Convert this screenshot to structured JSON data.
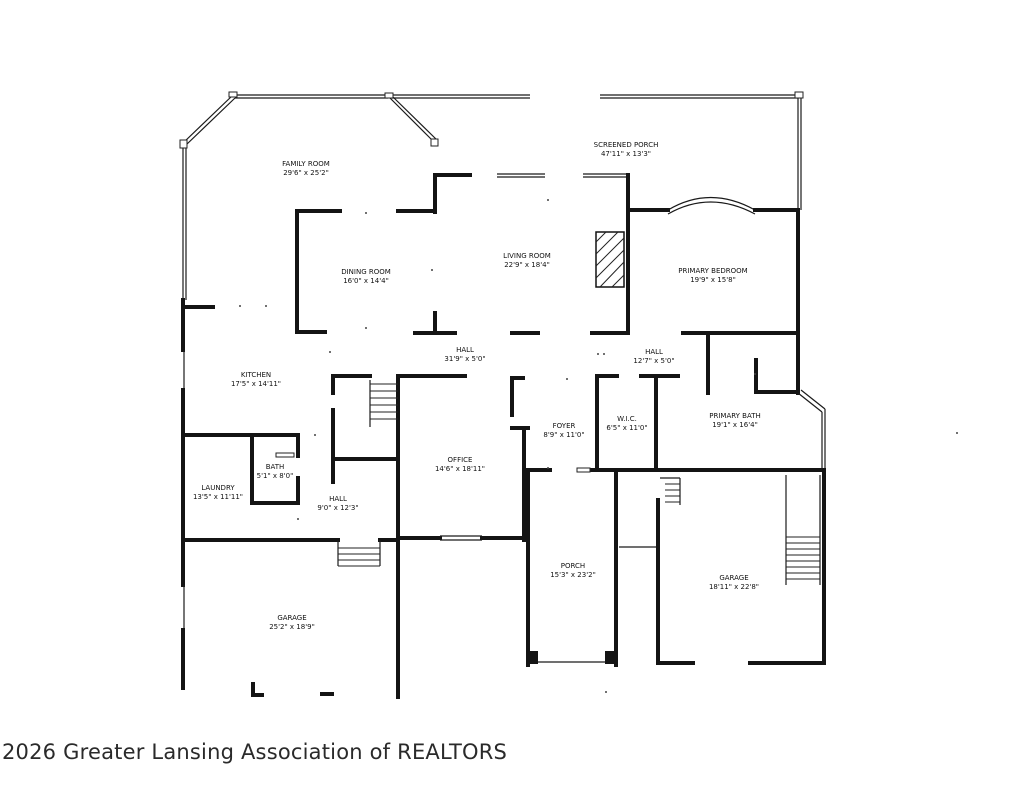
{
  "rooms": [
    {
      "key": "family_room",
      "name": "FAMILY ROOM",
      "dims": "29'6\" x 25'2\""
    },
    {
      "key": "screened_porch",
      "name": "SCREENED PORCH",
      "dims": "47'11\" x 13'3\""
    },
    {
      "key": "dining_room",
      "name": "DINING ROOM",
      "dims": "16'0\" x 14'4\""
    },
    {
      "key": "living_room",
      "name": "LIVING ROOM",
      "dims": "22'9\" x 18'4\""
    },
    {
      "key": "primary_bedroom",
      "name": "PRIMARY BEDROOM",
      "dims": "19'9\" x 15'8\""
    },
    {
      "key": "hall_main",
      "name": "HALL",
      "dims": "31'9\" x 5'0\""
    },
    {
      "key": "hall_east",
      "name": "HALL",
      "dims": "12'7\" x 5'0\""
    },
    {
      "key": "kitchen",
      "name": "KITCHEN",
      "dims": "17'5\" x 14'11\""
    },
    {
      "key": "foyer",
      "name": "FOYER",
      "dims": "8'9\" x 11'0\""
    },
    {
      "key": "wic",
      "name": "W.I.C.",
      "dims": "6'5\" x 11'0\""
    },
    {
      "key": "primary_bath",
      "name": "PRIMARY BATH",
      "dims": "19'1\" x 16'4\""
    },
    {
      "key": "office",
      "name": "OFFICE",
      "dims": "14'6\" x 18'11\""
    },
    {
      "key": "bath",
      "name": "BATH",
      "dims": "5'1\" x 8'0\""
    },
    {
      "key": "laundry",
      "name": "LAUNDRY",
      "dims": "13'5\" x 11'11\""
    },
    {
      "key": "hall_west",
      "name": "HALL",
      "dims": "9'0\" x 12'3\""
    },
    {
      "key": "porch",
      "name": "PORCH",
      "dims": "15'3\" x 23'2\""
    },
    {
      "key": "garage_east",
      "name": "GARAGE",
      "dims": "18'11\" x 22'8\""
    },
    {
      "key": "garage_west",
      "name": "GARAGE",
      "dims": "25'2\" x 18'9\""
    }
  ],
  "watermark": "2026 Greater Lansing Association of REALTORS"
}
